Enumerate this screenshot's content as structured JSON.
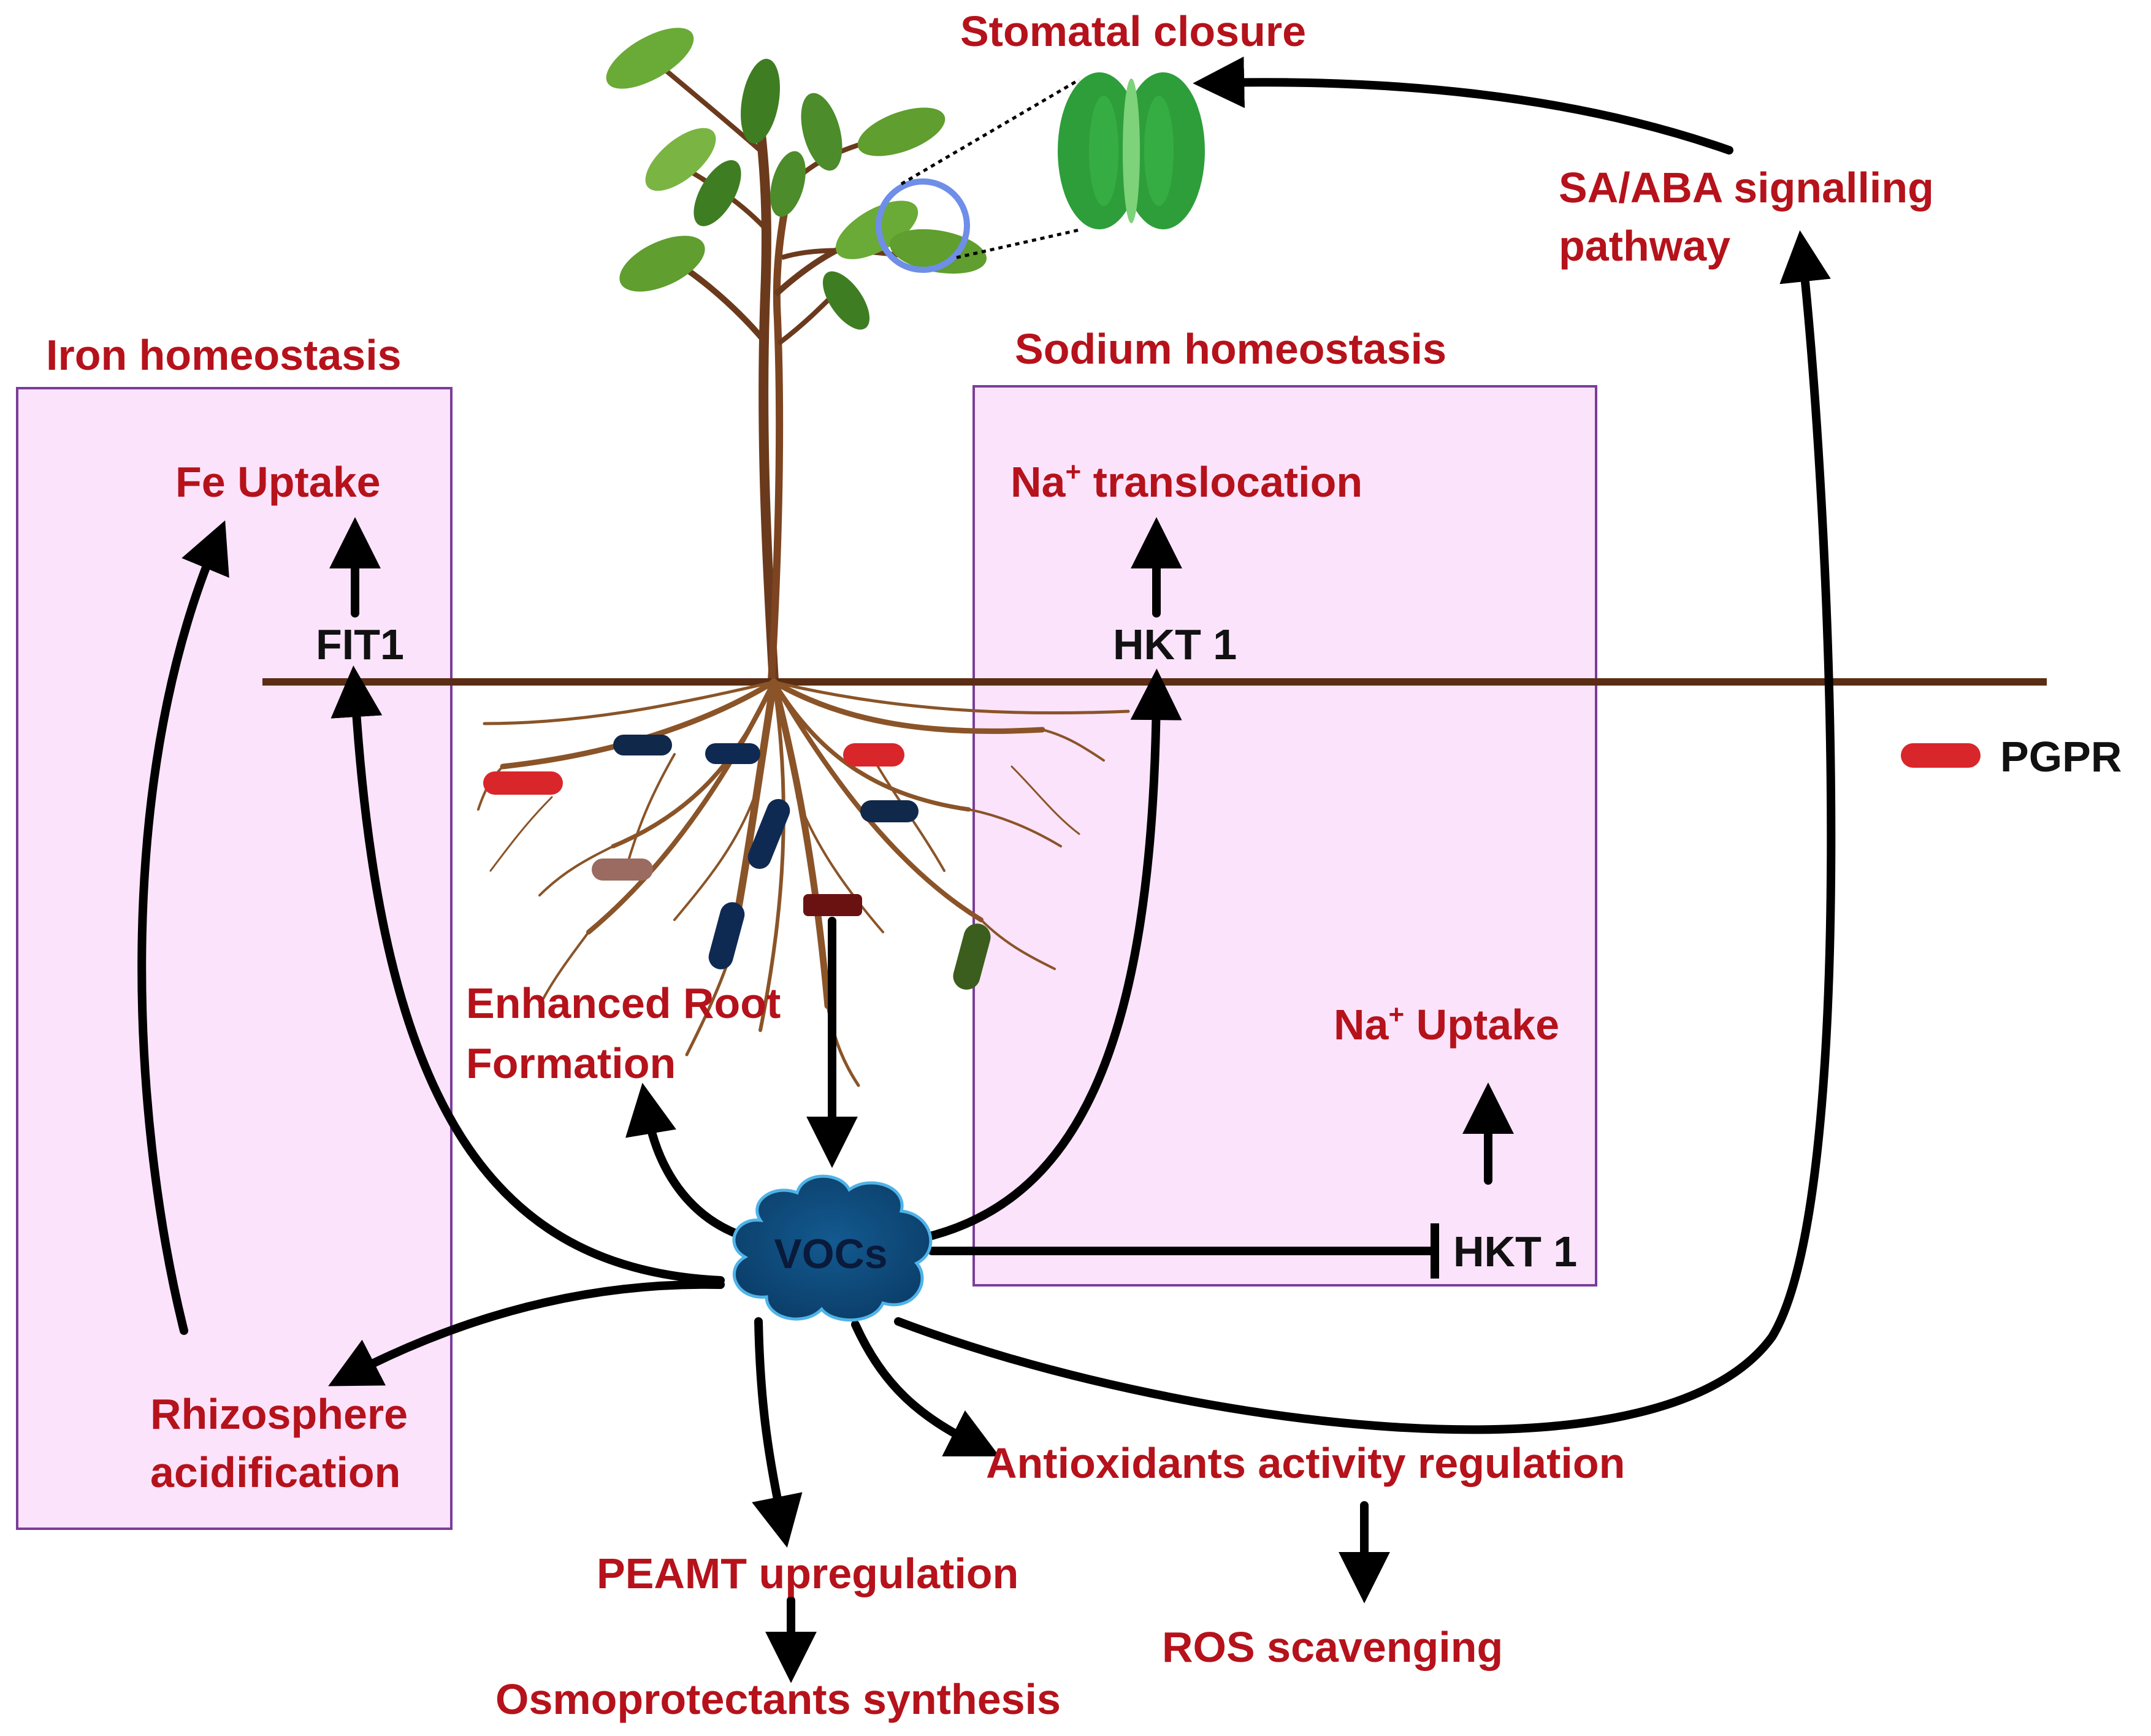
{
  "sections": {
    "iron_homeostasis": "Iron homeostasis",
    "sodium_homeostasis": "Sodium homeostasis"
  },
  "labels": {
    "stomatal_closure": "Stomatal closure",
    "sa_aba_line1": "SA/ABA signalling",
    "sa_aba_line2": "pathway",
    "fe_uptake": "Fe Uptake",
    "fit1": "FIT1",
    "na_translocation_main": "Na",
    "na_translocation_sup": "+",
    "na_translocation_rest": " translocation",
    "hkt1_top": "HKT 1",
    "na_uptake_main": "Na",
    "na_uptake_sup": "+",
    "na_uptake_rest": " Uptake",
    "hkt1_bottom": "HKT 1",
    "enhanced_root_line1": "Enhanced Root",
    "enhanced_root_line2": "Formation",
    "vocs": "VOCs",
    "rhizosphere_line1": "Rhizosphere",
    "rhizosphere_line2": "acidification",
    "antioxidants": "Antioxidants activity regulation",
    "peamt": "PEAMT upregulation",
    "ros": "ROS scavenging",
    "osmoprotectants": "Osmoprotectants synthesis"
  },
  "legend": {
    "pgpr": "PGPR",
    "pgpr_color": "#d9262b"
  },
  "colors": {
    "label_red": "#b5121b",
    "box_fill": "#fbe3fb",
    "box_stroke": "#7a3d9a",
    "soil_line": "#5a2d14",
    "voc_cloud": "#0d4a7a",
    "stomata": "#2e9e3a",
    "magnifier": "#6f8ee8"
  },
  "icons": [
    "plant-icon",
    "stomata-icon",
    "magnifier-icon",
    "roots-icon",
    "bacteria-icon",
    "voc-cloud-icon"
  ]
}
